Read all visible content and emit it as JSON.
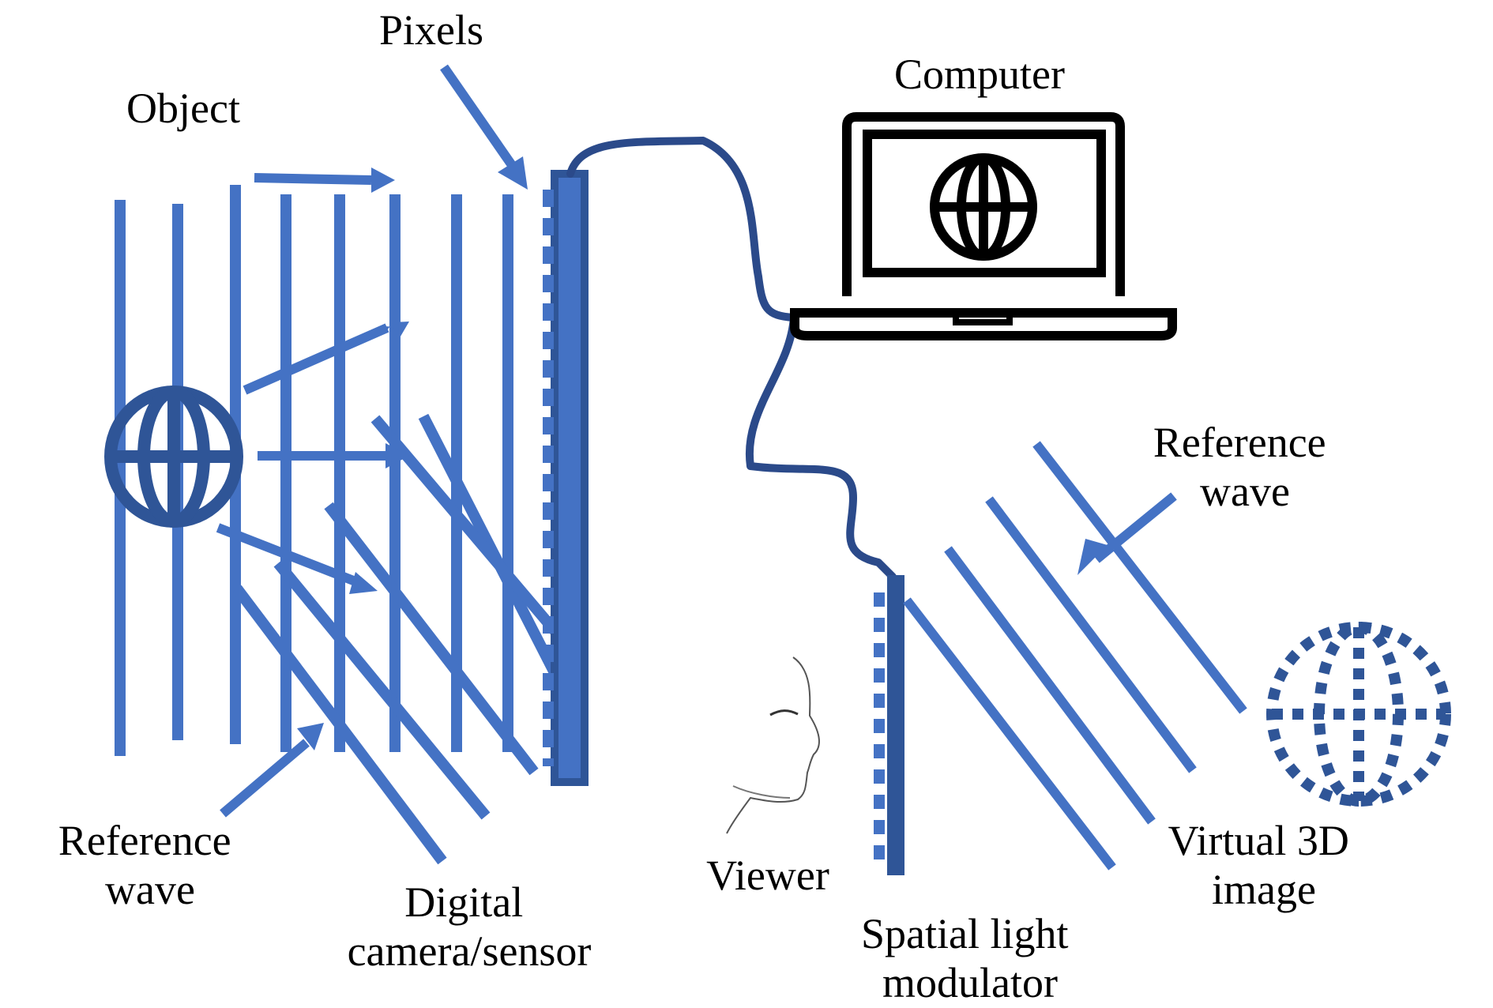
{
  "labels": {
    "pixels": "Pixels",
    "object": "Object",
    "computer": "Computer",
    "reference_wave_left": [
      "Reference",
      "wave"
    ],
    "digital_camera": [
      "Digital",
      "camera/sensor"
    ],
    "viewer": "Viewer",
    "slm": [
      "Spatial light",
      "modulator"
    ],
    "reference_wave_right": [
      "Reference",
      "wave"
    ],
    "virtual_image": [
      "Virtual 3D",
      "image"
    ]
  },
  "colors": {
    "wave_blue": "#4472c4",
    "dark_blue": "#2f5597",
    "navy": "#2b4a8a",
    "black": "#000000"
  },
  "icons": {
    "object": "globe-icon",
    "computer": "laptop-icon",
    "viewer": "face-profile-icon",
    "virtual_image": "dotted-globe-icon"
  }
}
